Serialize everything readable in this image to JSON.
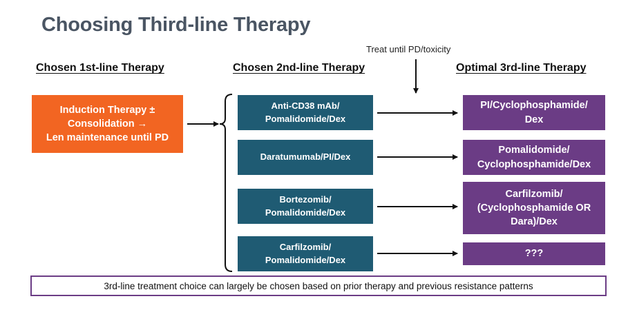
{
  "title": "Choosing Third-line Therapy",
  "headers": {
    "first_line": "Chosen 1st-line Therapy",
    "second_line": "Chosen 2nd-line Therapy",
    "third_line": "Optimal 3rd-line Therapy"
  },
  "note": "Treat until PD/toxicity",
  "first_line_box": "Induction Therapy ±\nConsolidation →\nLen maintenance until PD",
  "second_line_boxes": [
    "Anti-CD38 mAb/\nPomalidomide/Dex",
    "Daratumumab/PI/Dex",
    "Bortezomib/\nPomalidomide/Dex",
    "Carfilzomib/\nPomalidomide/Dex"
  ],
  "third_line_boxes": [
    "PI/Cyclophosphamide/\nDex",
    "Pomalidomide/\nCyclophosphamide/Dex",
    "Carfilzomib/\n(Cyclophosphamide OR\nDara)/Dex",
    "???"
  ],
  "footer": "3rd-line treatment choice can largely be chosen based on prior therapy and previous resistance patterns",
  "colors": {
    "title": "#4a5563",
    "first_line_box": "#f26522",
    "second_line_box": "#1f5b73",
    "third_line_box": "#6b3c85",
    "footer_border": "#6b3c85"
  }
}
